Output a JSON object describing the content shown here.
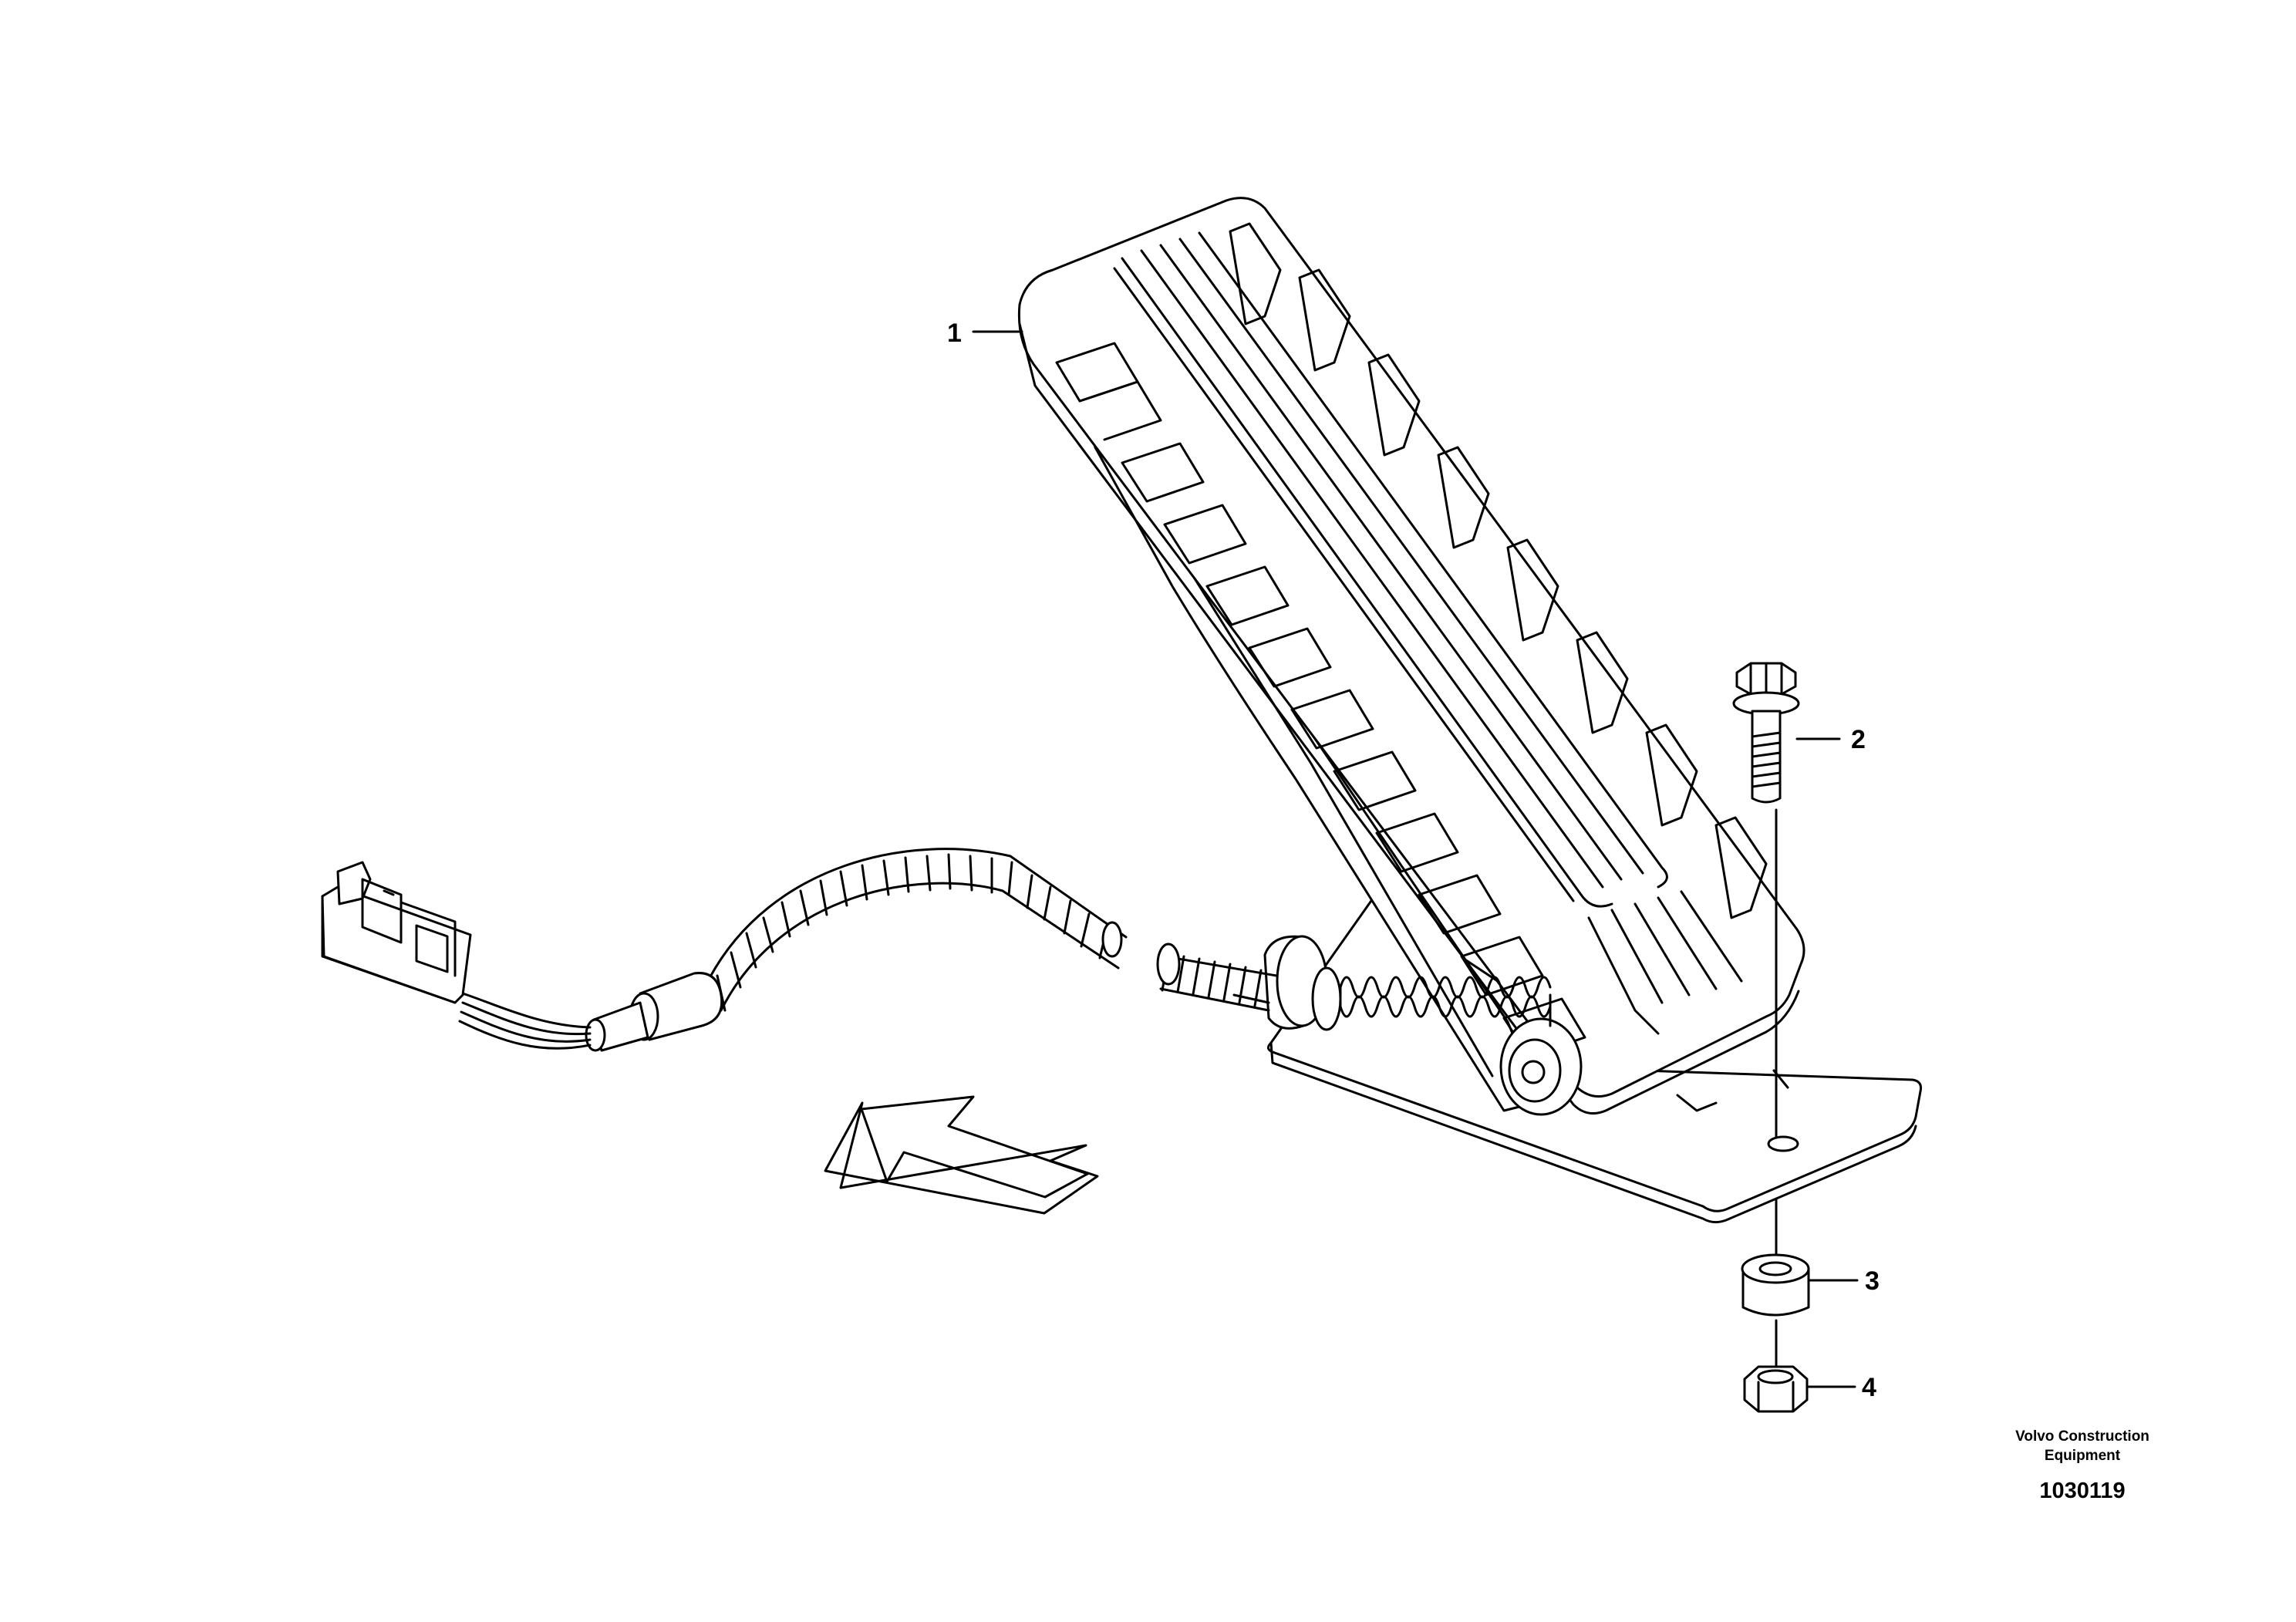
{
  "diagram": {
    "callouts": [
      {
        "number": "1",
        "part": "accelerator-pedal"
      },
      {
        "number": "2",
        "part": "flange-screw"
      },
      {
        "number": "3",
        "part": "spacer-sleeve"
      },
      {
        "number": "4",
        "part": "flange-nut"
      }
    ],
    "footer": {
      "brand_line1": "Volvo Construction",
      "brand_line2": "Equipment",
      "drawing_number": "1030119"
    },
    "colors": {
      "line": "#000000",
      "background": "#ffffff"
    }
  }
}
